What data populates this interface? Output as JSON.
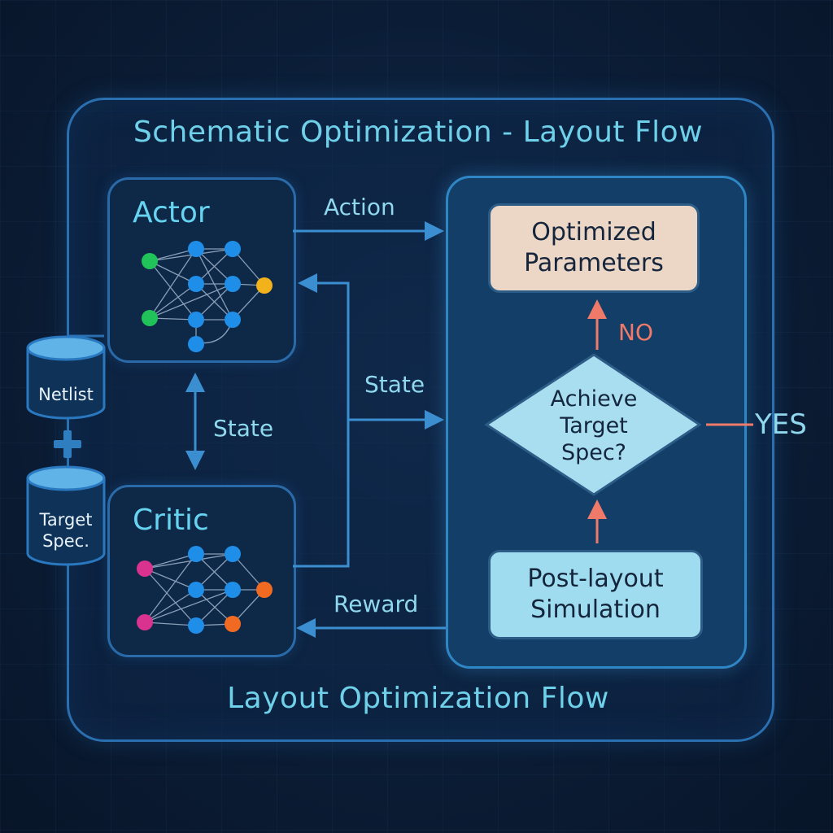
{
  "title": "Schematic Optimization - Layout Flow",
  "footer_title": "Layout Optimization Flow",
  "actor": {
    "label": "Actor"
  },
  "critic": {
    "label": "Critic"
  },
  "inputs": {
    "netlist": "Netlist",
    "plus": "+",
    "target_line1": "Target",
    "target_line2": "Spec."
  },
  "edges": {
    "action": "Action",
    "state_top": "State",
    "state_between": "State",
    "reward": "Reward",
    "no": "NO",
    "yes": "YES"
  },
  "optimized_box": {
    "line1": "Optimized",
    "line2": "Parameters"
  },
  "decision": {
    "line1": "Achieve",
    "line2": "Target",
    "line3": "Spec?"
  },
  "simulation_box": {
    "line1": "Post-layout",
    "line2": "Simulation"
  },
  "colors": {
    "accent": "#6fd0ea",
    "arrow_blue": "#3b8fd0",
    "arrow_red": "#f07a6a",
    "node_blue": "#1e8ee8",
    "node_green": "#22c25a",
    "node_yellow": "#f2b21c",
    "node_magenta": "#d9338f",
    "node_orange": "#f06a22"
  }
}
